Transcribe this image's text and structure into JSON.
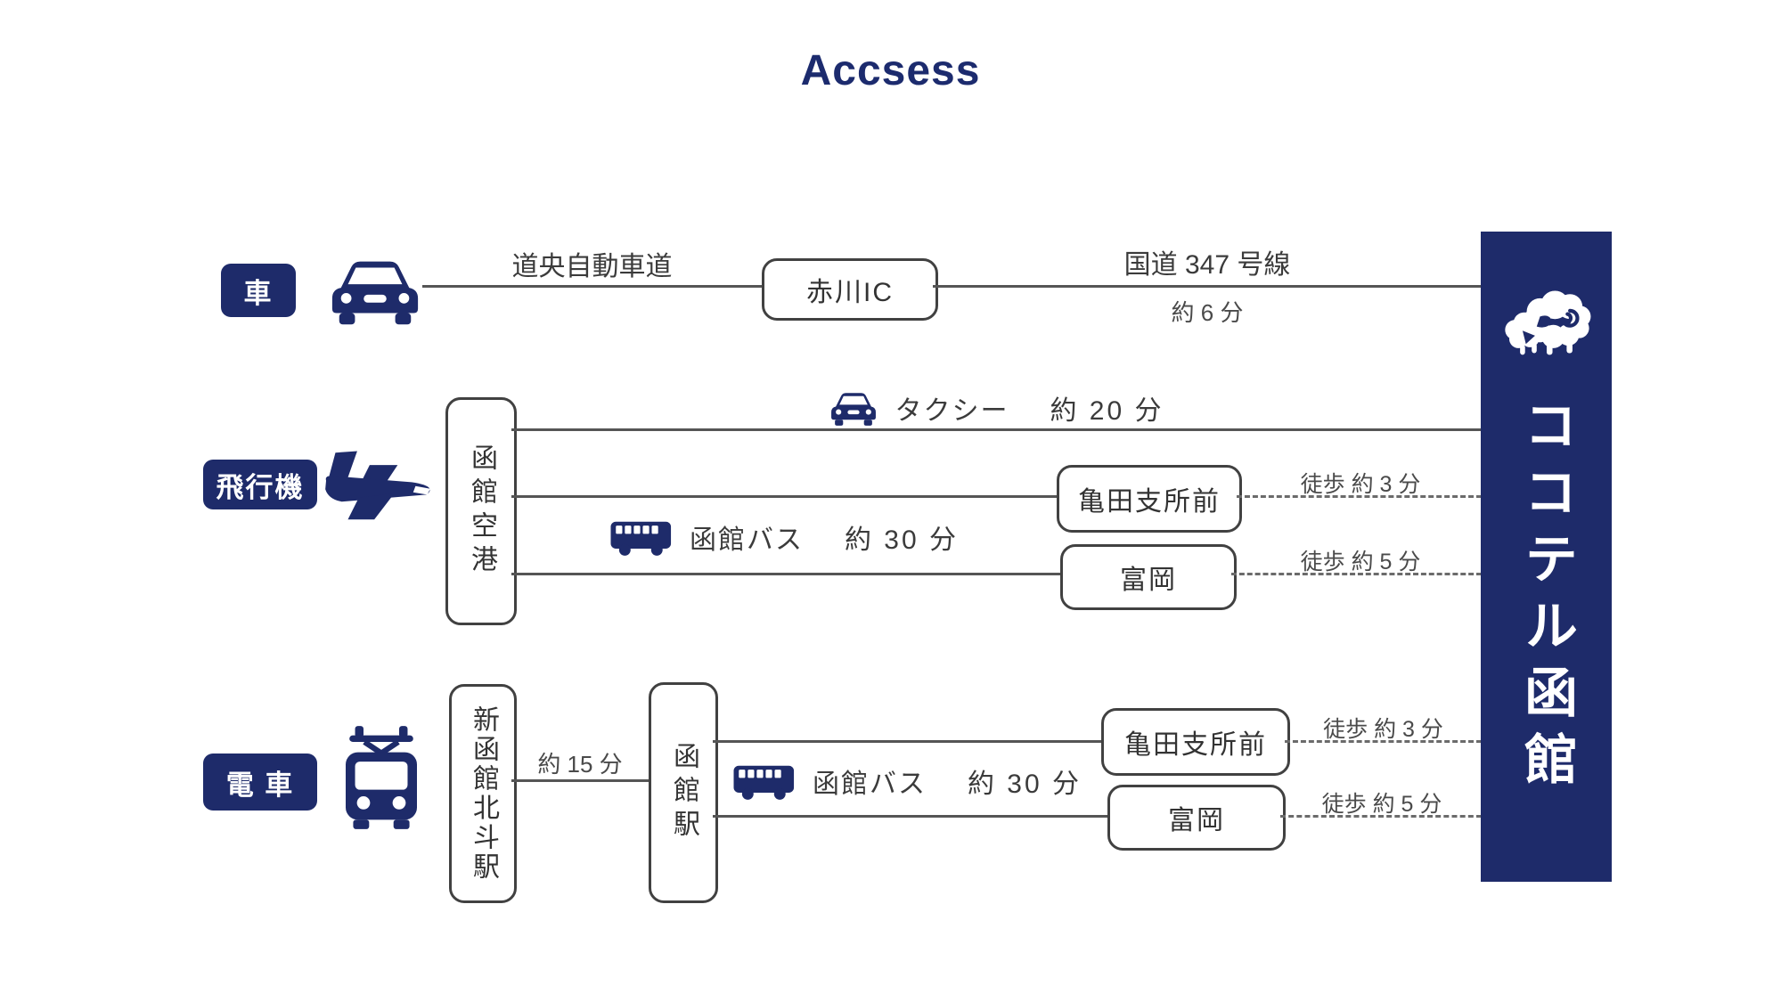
{
  "title": "Accsess",
  "hotel": {
    "name": "ココテル函館"
  },
  "routes": {
    "car": {
      "badge": "車",
      "expressway": "道央自動車道",
      "ic": "赤川IC",
      "national_road": "国道 347 号線",
      "national_road_time": "約 6 分"
    },
    "plane": {
      "badge": "飛行機",
      "origin": "函館空港",
      "taxi": "タクシー",
      "taxi_time": "約 20 分",
      "bus": "函館バス",
      "bus_time": "約 30 分",
      "stop_kameda": "亀田支所前",
      "walk_kameda": "徒歩 約 3 分",
      "stop_tomioka": "富岡",
      "walk_tomioka": "徒歩 約 5 分"
    },
    "train": {
      "badge": "電 車",
      "origin": "新函館北斗駅",
      "leg_time": "約 15 分",
      "via": "函館駅",
      "bus": "函館バス",
      "bus_time": "約 30 分",
      "stop_kameda": "亀田支所前",
      "walk_kameda": "徒歩 約 3 分",
      "stop_tomioka": "富岡",
      "walk_tomioka": "徒歩 約 5 分"
    }
  },
  "icons": {
    "car": "car-icon",
    "taxi": "taxi-icon",
    "plane": "airplane-icon",
    "bus": "bus-icon",
    "train": "train-icon",
    "sheep": "sheep-logo-icon"
  },
  "colors": {
    "navy": "#1e2b6a",
    "title": "#1c2b6e",
    "line": "#555555",
    "box_border": "#414141",
    "text": "#3b3b3b"
  }
}
